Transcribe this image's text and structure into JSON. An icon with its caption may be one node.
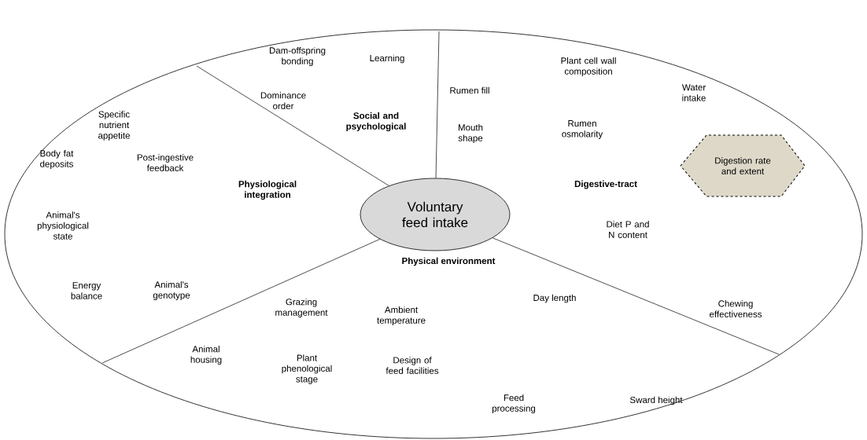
{
  "diagram": {
    "nodes": [
      {
        "text": [],
        "shape": "ellipse"
      },
      {
        "text": [
          "Voluntary feed intake"
        ],
        "in": 0
      },
      {
        "text": [
          "Digestion rate and extent"
        ],
        "in": 0
      }
    ],
    "labels": [
      "Dam-offspring bonding",
      "Learning",
      "Dominance order",
      "Social and psychological",
      "Plant cell wall composition",
      "Rumen fill",
      "Water intake",
      "Mouth shape",
      "Rumen osmolarity",
      "Digestive-tract",
      "Diet P and N content",
      "Chewing effectiveness",
      "Specific nutrient appetite",
      "Body fat deposits",
      "Post-ingestive feedback",
      "Physiological integration",
      "Animal's physiological state",
      "Energy balance",
      "Animal's genotype",
      "Physical environment",
      "Grazing management",
      "Ambient temperature",
      "Day length",
      "Animal housing",
      "Plant phenological stage",
      "Design of feed facilities",
      "Sward height",
      "Feed processing"
    ]
  }
}
